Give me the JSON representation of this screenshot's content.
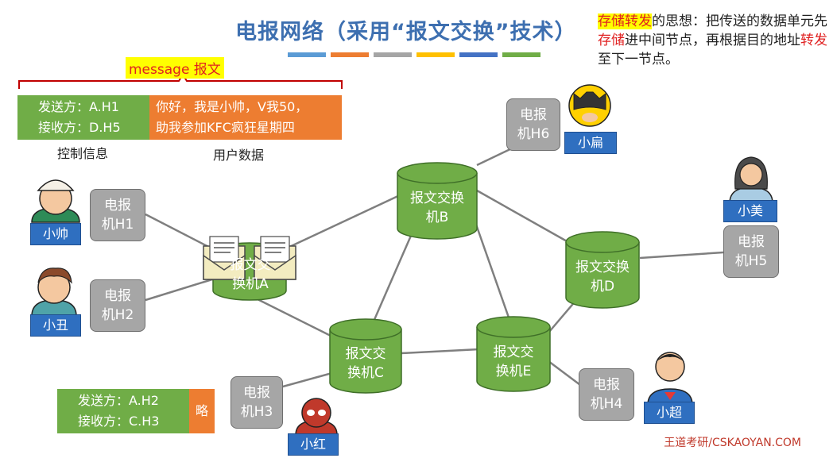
{
  "title": "电报网络（采用“报文交换”技术）",
  "accent_bars": [
    "#5b9bd5",
    "#ed7d31",
    "#a5a5a5",
    "#ffc000",
    "#4472c4",
    "#70ad47"
  ],
  "description": {
    "part1": "存储转发",
    "part2": "的思想：把传送的数据单元先",
    "part3": "存储",
    "part4": "进中间节点，再根据目的地址",
    "part5": "转发",
    "part6": "至下一节点。"
  },
  "message_label": "message 报文",
  "message1": {
    "sender": "发送方：A.H1",
    "receiver": "接收方：D.H5",
    "user_line1": "你好，我是小帅，V我50，",
    "user_line2": "助我参加KFC疯狂星期四",
    "control_caption": "控制信息",
    "user_caption": "用户数据"
  },
  "message2": {
    "sender": "发送方：A.H2",
    "receiver": "接收方：C.H3",
    "data": "略"
  },
  "switches": {
    "A": {
      "line1": "报文交",
      "line2": "换机A"
    },
    "B": {
      "line1": "报文交换",
      "line2": "机B"
    },
    "C": {
      "line1": "报文交",
      "line2": "换机C"
    },
    "D": {
      "line1": "报文交换",
      "line2": "机D"
    },
    "E": {
      "line1": "报文交",
      "line2": "换机E"
    }
  },
  "hosts": {
    "H1": {
      "line1": "电报",
      "line2": "机H1"
    },
    "H2": {
      "line1": "电报",
      "line2": "机H2"
    },
    "H3": {
      "line1": "电报",
      "line2": "机H3"
    },
    "H4": {
      "line1": "电报",
      "line2": "机H4"
    },
    "H5": {
      "line1": "电报",
      "line2": "机H5"
    },
    "H6": {
      "line1": "电报",
      "line2": "机H6"
    }
  },
  "people": {
    "shuai": "小帅",
    "chou": "小丑",
    "hong": "小红",
    "chao": "小超",
    "mei": "小美",
    "bian": "小扁"
  },
  "footer": "王道考研/CSKAOYAN.COM",
  "colors": {
    "switch_green": "#70ad47",
    "host_gray": "#a6a6a6",
    "name_blue": "#2f6fc0",
    "title_blue": "#3d6fb0",
    "link": "#7f7f7f"
  }
}
